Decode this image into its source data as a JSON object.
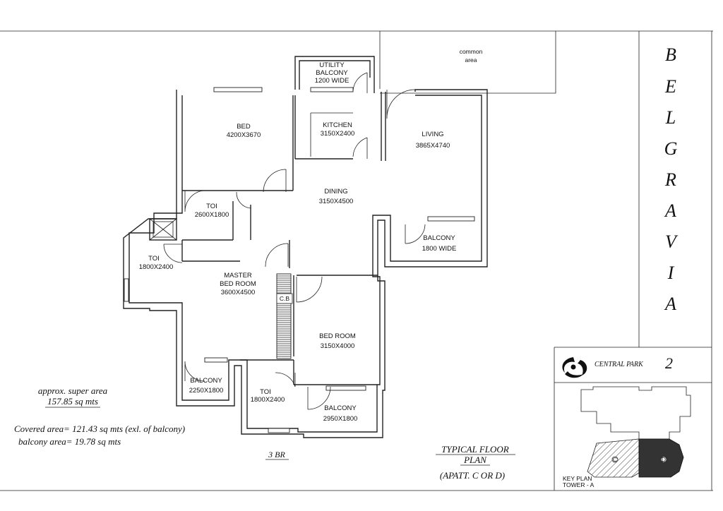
{
  "project": {
    "title_letters": [
      "B",
      "E",
      "L",
      "G",
      "R",
      "A",
      "V",
      "I",
      "A"
    ],
    "developer": "CENTRAL PARK",
    "developer_number": "2"
  },
  "rooms": {
    "utility_balcony": [
      "UTILITY",
      "BALCONY",
      "1200 WIDE"
    ],
    "common_area": [
      "common",
      "area"
    ],
    "bed": [
      "BED",
      "4200X3670"
    ],
    "kitchen": [
      "KITCHEN",
      "3150X2400"
    ],
    "living": [
      "LIVING",
      "3865X4740"
    ],
    "dining": [
      "DINING",
      "3150X4500"
    ],
    "toi_1": [
      "TOI",
      "2600X1800"
    ],
    "balcony_living": [
      "BALCONY",
      "1800 WIDE"
    ],
    "toi_2": [
      "TOI",
      "1800X2400"
    ],
    "master_bed": [
      "MASTER",
      "BED ROOM",
      "3600X4500"
    ],
    "cb": "C.B",
    "bed_room": [
      "BED ROOM",
      "3150X4000"
    ],
    "balcony_master": [
      "BALCONY",
      "2250X1800"
    ],
    "toi_3": [
      "TOI",
      "1800X2400"
    ],
    "balcony_bed": [
      "BALCONY",
      "2950X1800"
    ]
  },
  "notes": {
    "super_area_label": "approx. super area",
    "super_area_value": "157.85 sq mts",
    "covered_area": "Covered area= 121.43 sq mts (exl. of balcony)",
    "balcony_area": "balcony area= 19.78 sq mts",
    "unit_type": "3 BR",
    "plan_title_1": "TYPICAL FLOOR",
    "plan_title_2": "PLAN",
    "plan_subtitle": "(APATT. C OR D)"
  },
  "key_plan": {
    "label_1": "KEY PLAN",
    "label_2": "TOWER - A",
    "marker_c": "C",
    "marker_d": "D"
  }
}
